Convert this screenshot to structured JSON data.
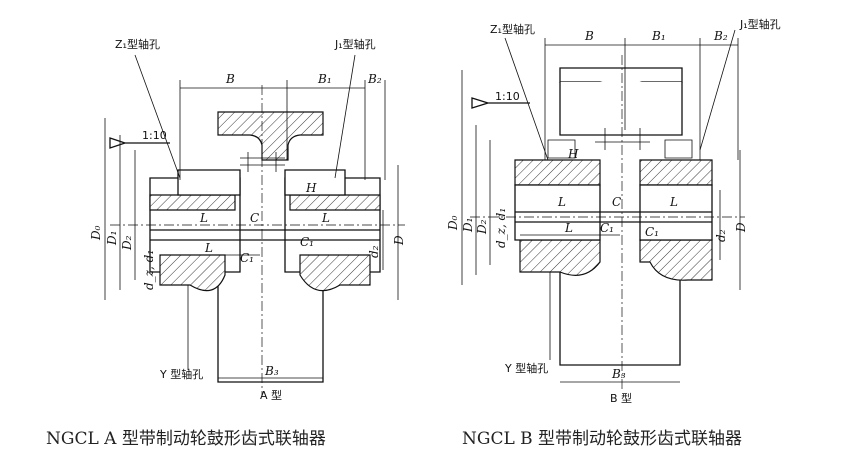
{
  "diagram_a": {
    "view_label": "A 型",
    "caption": "NGCL  A 型带制动轮鼓形齿式联轴器",
    "labels": {
      "z1": "Z₁型轴孔",
      "j1": "J₁型轴孔",
      "y": "Y 型轴孔",
      "taper": "1:10",
      "b": "B",
      "b1": "B₁",
      "b2": "B₂",
      "b3": "B₃",
      "h": "H",
      "l_left": "L",
      "l_right": "L",
      "l_bottom": "L",
      "c": "C",
      "c1_right": "C₁",
      "c1_bottom": "C₁",
      "d0": "D₀",
      "d1": "D₁",
      "d2": "D₂",
      "dz_d1": "d_z, d₁",
      "d2_small": "d₂",
      "d_big": "D"
    }
  },
  "diagram_b": {
    "view_label": "B 型",
    "caption": "NGCL B 型带制动轮鼓形齿式联轴器",
    "labels": {
      "z1": "Z₁型轴孔",
      "j1": "J₁型轴孔",
      "y": "Y 型轴孔",
      "taper": "1:10",
      "b": "B",
      "b1": "B₁",
      "b2": "B₂",
      "b3": "B₃",
      "h": "H",
      "l_left": "L",
      "l_right": "L",
      "l_bottom": "L",
      "c": "C",
      "c1_right": "C₁",
      "c1_bottom": "C₁",
      "d0": "D₀",
      "d1": "D₁",
      "d2": "D₂",
      "dz_d1": "d_z, d₁",
      "d2_small": "d₂",
      "d_big": "D"
    }
  }
}
